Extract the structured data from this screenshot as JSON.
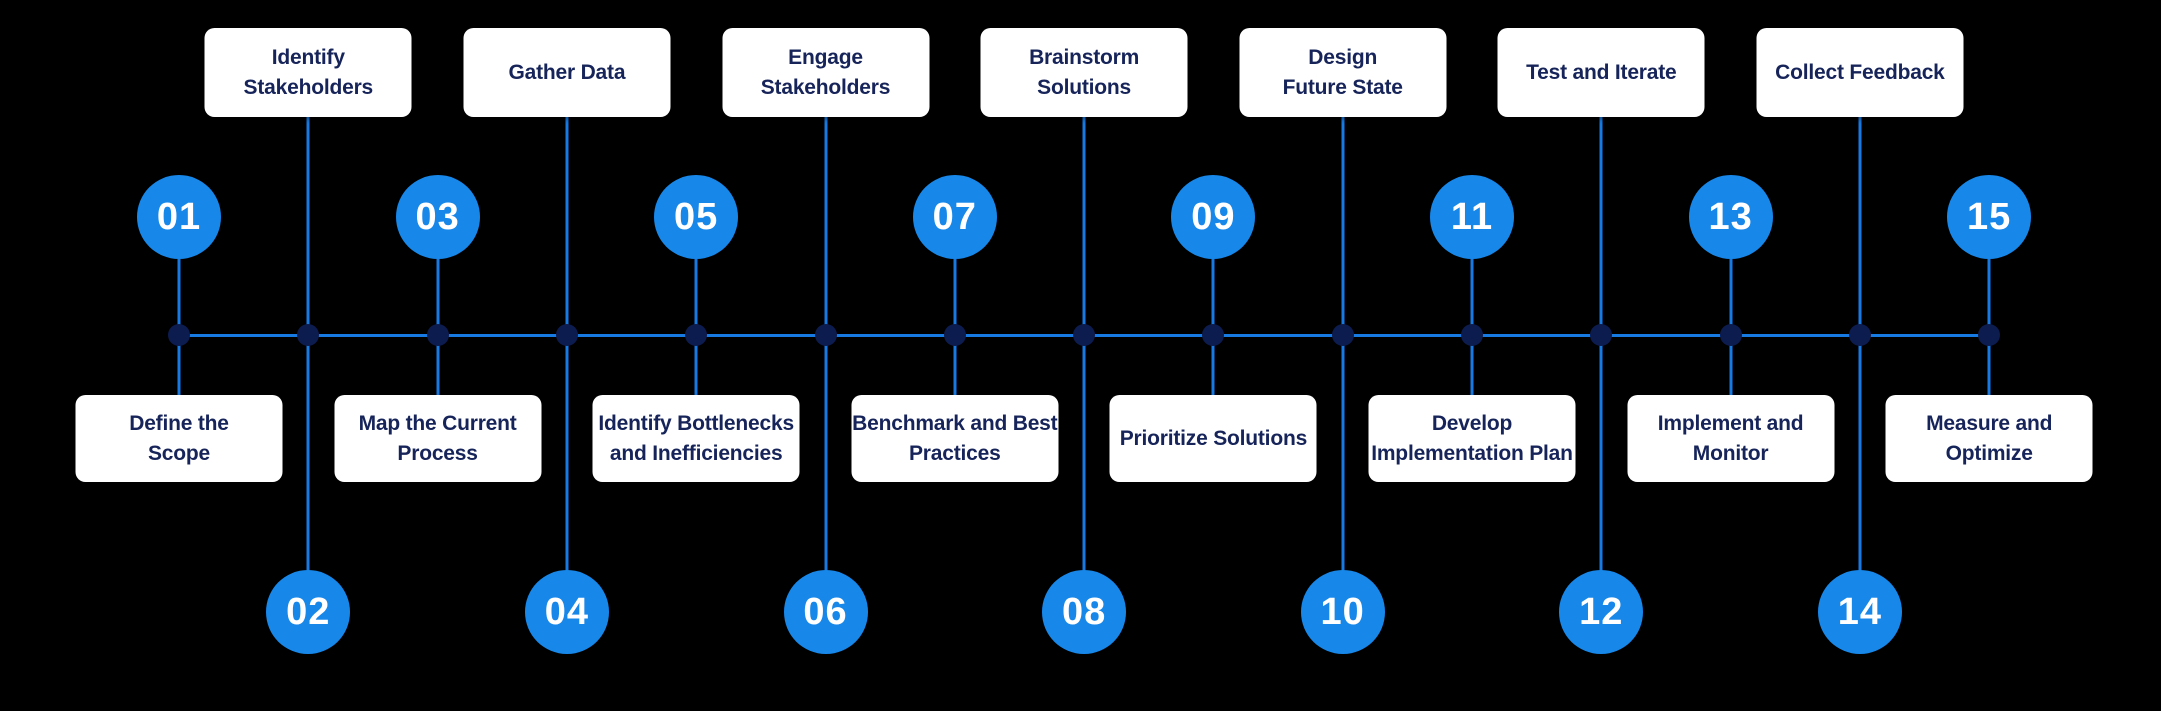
{
  "figure": {
    "kind": "process-timeline-infographic",
    "orientation": "horizontal",
    "step_count": 15
  },
  "colors": {
    "background": "#000000",
    "circle-blue": "#1787E9",
    "line-blue": "#1779E2",
    "node-navy": "#0D1C4F",
    "label-navy": "#16245A",
    "box-white": "#FFFFFF",
    "number-white": "#FFFFFF"
  },
  "steps": [
    {
      "number": "01",
      "label": "Define the Scope",
      "line1": "Define the",
      "line2": "Scope",
      "box_position": "below-line"
    },
    {
      "number": "02",
      "label": "Identify Stakeholders",
      "line1": "Identify",
      "line2": "Stakeholders",
      "box_position": "above-line"
    },
    {
      "number": "03",
      "label": "Map the Current Process",
      "line1": "Map the Current",
      "line2": "Process",
      "box_position": "below-line"
    },
    {
      "number": "04",
      "label": "Gather Data",
      "line1": "Gather Data",
      "line2": "",
      "box_position": "above-line"
    },
    {
      "number": "05",
      "label": "Identify Bottlenecks and Inefficiencies",
      "line1": "Identify Bottlenecks",
      "line2": "and Inefficiencies",
      "box_position": "below-line"
    },
    {
      "number": "06",
      "label": "Engage Stakeholders",
      "line1": "Engage",
      "line2": "Stakeholders",
      "box_position": "above-line"
    },
    {
      "number": "07",
      "label": "Benchmark and Best Practices",
      "line1": "Benchmark and Best",
      "line2": "Practices",
      "box_position": "below-line"
    },
    {
      "number": "08",
      "label": "Brainstorm Solutions",
      "line1": "Brainstorm",
      "line2": "Solutions",
      "box_position": "above-line"
    },
    {
      "number": "09",
      "label": "Prioritize Solutions",
      "line1": "Prioritize Solutions",
      "line2": "",
      "box_position": "below-line"
    },
    {
      "number": "10",
      "label": "Design Future State",
      "line1": "Design",
      "line2": "Future State",
      "box_position": "above-line"
    },
    {
      "number": "11",
      "label": "Develop Implementation Plan",
      "line1": "Develop",
      "line2": "Implementation Plan",
      "box_position": "below-line"
    },
    {
      "number": "12",
      "label": "Test and Iterate",
      "line1": "Test and Iterate",
      "line2": "",
      "box_position": "above-line"
    },
    {
      "number": "13",
      "label": "Implement and Monitor",
      "line1": "Implement and",
      "line2": "Monitor",
      "box_position": "below-line"
    },
    {
      "number": "14",
      "label": "Collect Feedback",
      "line1": "Collect Feedback",
      "line2": "",
      "box_position": "above-line"
    },
    {
      "number": "15",
      "label": "Measure and Optimize",
      "line1": "Measure and",
      "line2": "Optimize",
      "box_position": "below-line"
    }
  ]
}
